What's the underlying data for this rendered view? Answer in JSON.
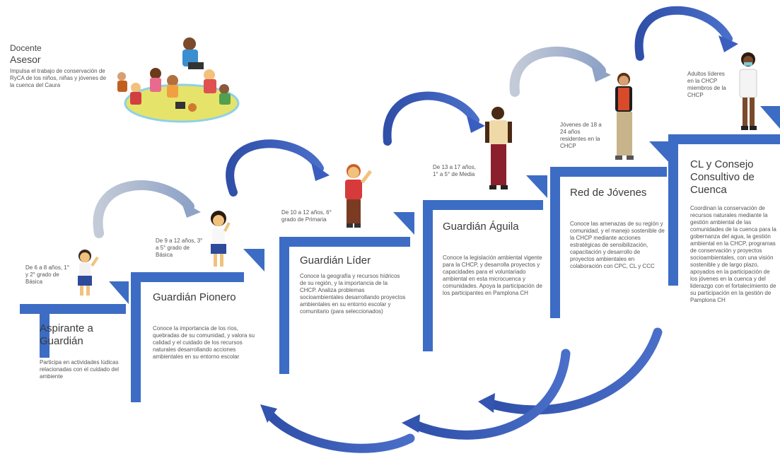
{
  "advisor": {
    "title_line1": "Docente",
    "title_line2": "Asesor",
    "text": "Impulsa el trabajo de conservación de RyCA de los niños, niñas y jóvenes de la cuenca del Caura"
  },
  "steps": [
    {
      "age": "De 6 a 8 años, 1° y 2° grado de Básica",
      "title": "Aspirante a Guardián",
      "desc": "Participa en actividades lúdicas relacionadas con el cuidado del ambiente"
    },
    {
      "age": "De 9 a 12 años, 3° a 5° grado de Básica",
      "title": "Guardián Pionero",
      "desc": "Conoce la importancia de los ríos, quebradas de su comunidad, y valora su calidad y el cuidado de los recursos naturales desarrollando acciones ambientales en su entorno escolar"
    },
    {
      "age": "De 10 a 12 años, 6° grado de Primaria",
      "title": "Guardián Líder",
      "desc": "Conoce la geografía y recursos hídricos de su región, y la importancia de la CHCP. Analiza problemas socioambientales desarrollando proyectos ambientales en su entorno escolar y comunitario (para seleccionados)"
    },
    {
      "age": "De 13 a 17 años, 1° a 5° de Media",
      "title": "Guardián Águila",
      "desc": "Conoce la legislación ambiental vigente para la CHCP, y desarrolla proyectos y capacidades para el voluntariado ambiental en esta microcuenca y comunidades. Apoya la participación de los participantes en Pamplona CH"
    },
    {
      "age": "Jóvenes de 18 a 24 años residentes en la CHCP",
      "title": "Red de Jóvenes",
      "desc": "Conoce las amenazas de su región y comunidad, y el manejo sostenible de la CHCP mediante acciones estratégicas de sensibilización, capacitación y desarrollo de proyectos ambientales en colaboración con CPC, CL y CCC"
    },
    {
      "age": "Adultos líderes en la CHCP miembros de la CHCP",
      "title": "CL y Consejo Consultivo de Cuenca",
      "desc": "Coordinan la conservación de recursos naturales mediante la gestión ambiental de las comunidades de la cuenca para la gobernanza del agua, la gestión ambiental en la CHCP, programas de conservación y proyectos socioambientales, con una visión sostenible y de largo plazo, apoyados en la participación de los jóvenes en la cuenca y del liderazgo con el fortalecimiento de su participación en la gestión de Pamplona CH"
    }
  ],
  "colors": {
    "stair": "#3d6cc4",
    "arrow_dark": "#3355b0",
    "arrow_light": "#a9b7cf"
  }
}
